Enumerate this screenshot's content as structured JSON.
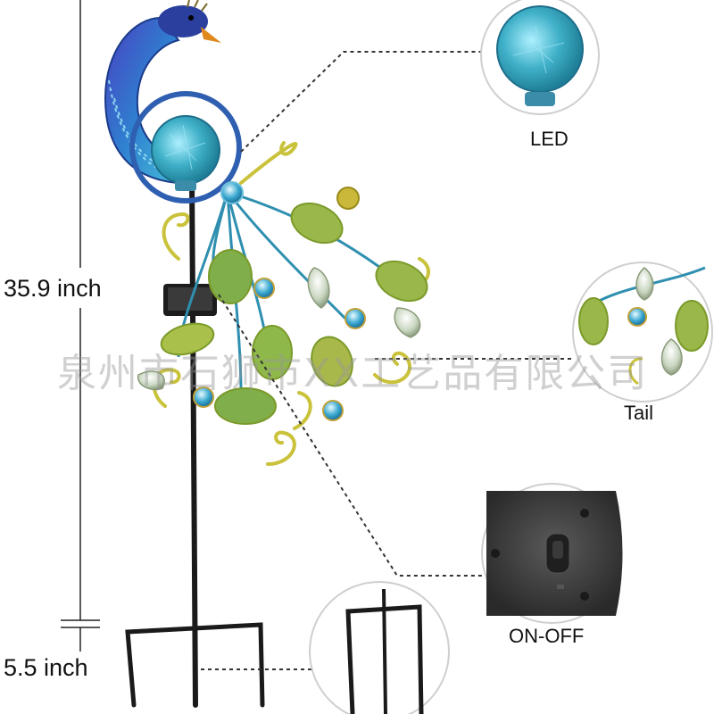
{
  "dimensions": {
    "height_upper": "35.9 inch",
    "height_lower": "5.5 inch"
  },
  "callouts": {
    "led": "LED",
    "tail": "Tail",
    "switch": "ON-OFF"
  },
  "watermark": "泉州市石狮市XX工艺品有限公司",
  "colors": {
    "body_blue": "#2f5fb0",
    "globe_teal": "#3fb0c8",
    "feather_yellow": "#c9c23a",
    "stake_black": "#1a1a1a"
  }
}
